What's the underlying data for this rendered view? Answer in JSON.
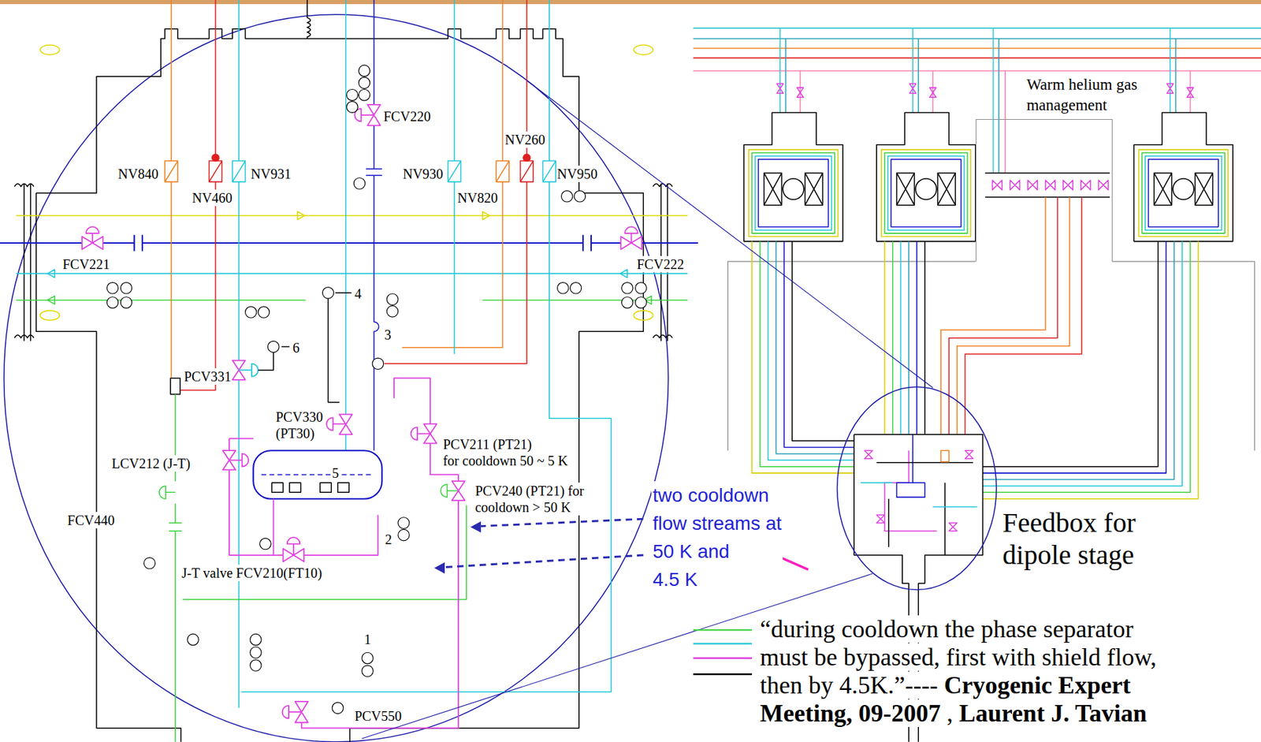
{
  "diagram": {
    "nodes": [
      {
        "text": [
          "Warm helium gas management"
        ]
      }
    ],
    "labels": [
      "FCV220",
      "NV840",
      "NV931",
      "NV460",
      "NV930",
      "NV260",
      "NV820",
      "NV950",
      "FCV221",
      "FCV222",
      "4",
      "3",
      "6",
      "PCV331",
      "PCV330 (PT30)",
      "LCV212 (J-T)",
      "5",
      "PCV211 (PT21) for cooldown 50 ~ 5 K",
      "PCV240 (PT21) for cooldown > 50 K",
      "FCV440",
      "J-T valve FCV210(FT10)",
      "2",
      "1",
      "PCV550",
      "two cooldown flow streams at 50 K and 4.5 K",
      "Feedbox for dipole stage",
      "“during cooldown the phase separator must be bypassed, first with shield flow, then by 4.5K.”----",
      "Cryogenic Expert Meeting, 09-2007",
      ",",
      "Laurent J. Tavian"
    ]
  }
}
